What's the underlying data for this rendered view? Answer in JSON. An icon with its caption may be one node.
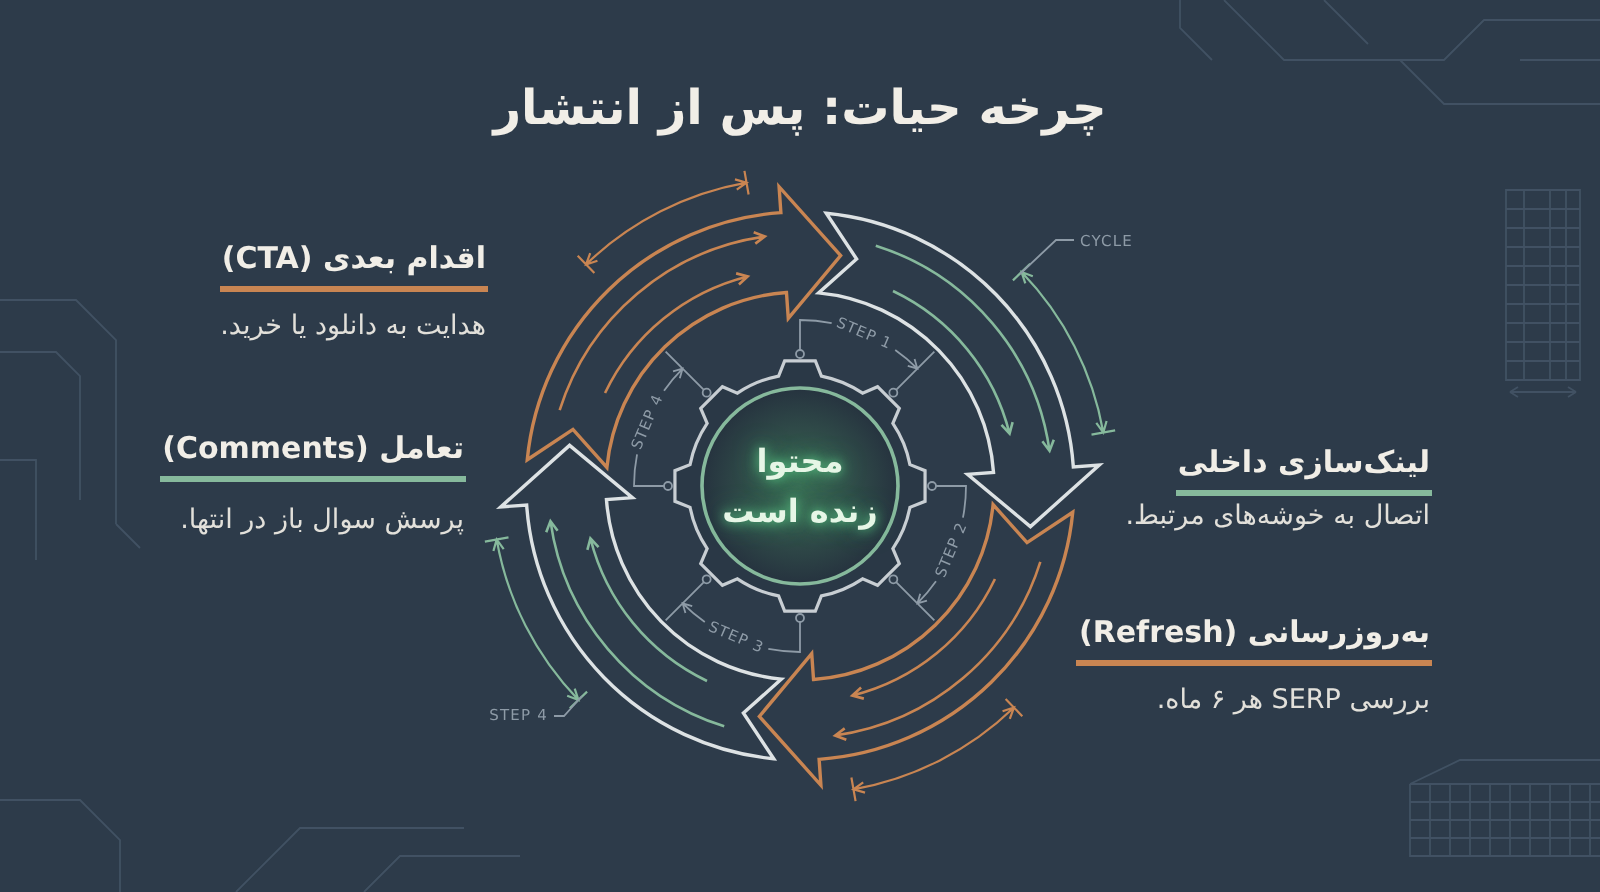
{
  "diagram": {
    "title": "چرخه حیات: پس از انتشار",
    "nodes": [
      {
        "text": [
          "محتوا زنده است"
        ]
      }
    ],
    "labels": [
      "اقدام بعدی (CTA)",
      "هدایت به دانلود یا خرید.",
      "تعامل (Comments)",
      "پرسش سوال باز در انتها.",
      "لینک‌سازی داخلی",
      "اتصال به خوشه‌های مرتبط.",
      "به‌روزرسانی (Refresh)",
      "بررسی SERP هر ۶ ماه.",
      "CYCLE",
      "STEP 1",
      "STEP 2",
      "STEP 3",
      "STEP 4",
      "STEP 4"
    ]
  }
}
